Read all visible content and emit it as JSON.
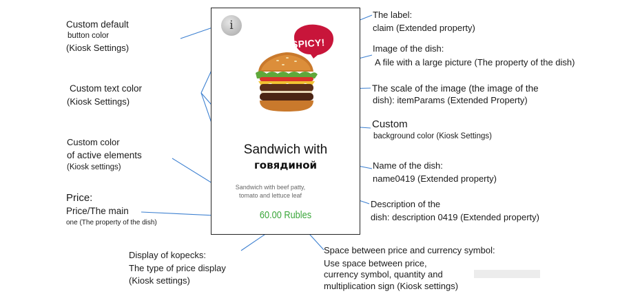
{
  "phone": {
    "info_icon": "i",
    "badge": "SPICY!",
    "dish_name_line1": "Sandwich with",
    "dish_name_line2": "говядиной",
    "description_line1": "Sandwich with beef patty,",
    "description_line2": "tomato and lettuce leaf",
    "price": "60.00 Rubles"
  },
  "annotations": {
    "button_color": [
      "Custom default",
      "button color",
      "(Kiosk Settings)"
    ],
    "text_color": [
      "Custom text color",
      "(Kiosk Settings)"
    ],
    "active_color": [
      "Custom color",
      "of active elements",
      "(Kiosk settings)"
    ],
    "price": [
      "Price:",
      "Price/The main",
      "one (The property of the dish)"
    ],
    "kopecks": [
      "Display of kopecks:",
      "The type of price display",
      "(Kiosk settings)"
    ],
    "space": [
      "Space between price and currency symbol:",
      "Use space between price,",
      "currency symbol, quantity and",
      "multiplication sign (Kiosk settings)"
    ],
    "label": [
      "The label:",
      "claim (Extended property)"
    ],
    "image": [
      "Image of the dish:",
      "A file with a large picture (The property of the dish)"
    ],
    "scale": [
      "The scale of the image (the image of the",
      "dish): itemParams (Extended Property)"
    ],
    "background": [
      "Custom",
      "background color (Kiosk Settings)"
    ],
    "name": [
      "Name of the dish:",
      "name0419 (Extended property)"
    ],
    "description": [
      "Description of the",
      "dish: description 0419 (Extended property)"
    ]
  },
  "colors": {
    "arrow": "#3b7fd0",
    "price_green": "#3aa63a",
    "badge_red": "#c8153a"
  }
}
